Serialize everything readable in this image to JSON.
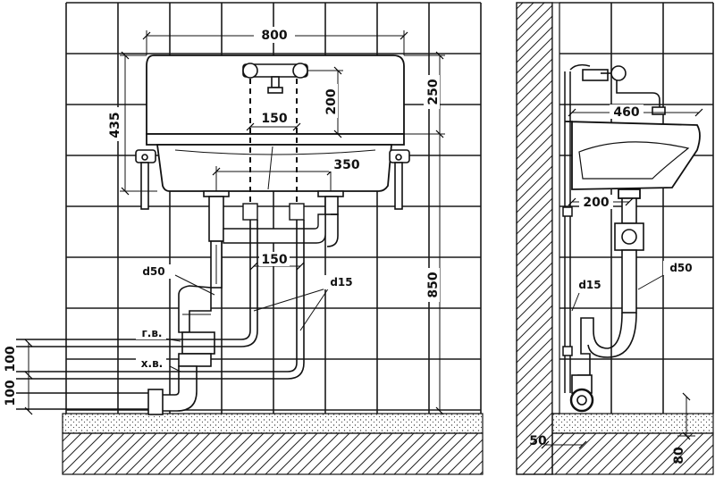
{
  "front_view": {
    "dims": {
      "sink_width": "800",
      "sink_height": "435",
      "faucet_height": "200",
      "faucet_spacing": "150",
      "drain_spacing": "350",
      "hot_cold_spacing": "150",
      "bracket_offset": "250",
      "mount_height": "850",
      "pipe_gap_a": "100",
      "pipe_gap_b": "100"
    },
    "labels": {
      "drain_diameter": "d50",
      "supply_diameter": "d15",
      "hot_water": "г.в.",
      "cold_water": "х.в."
    }
  },
  "side_view": {
    "dims": {
      "sink_depth": "460",
      "trap_depth": "200",
      "wall_offset": "50",
      "floor_height": "80"
    },
    "labels": {
      "supply_diameter": "d15",
      "drain_diameter": "d50"
    }
  }
}
